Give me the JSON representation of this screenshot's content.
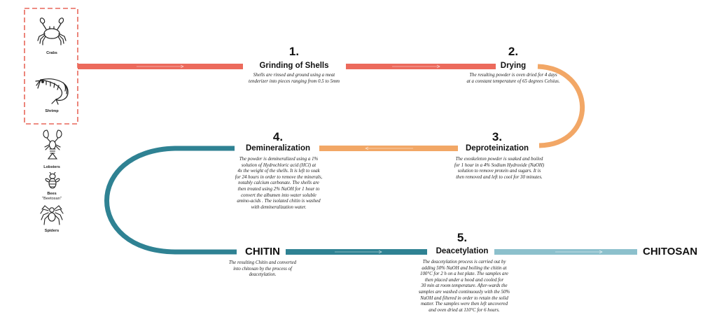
{
  "animals": {
    "crabs": "Crabs",
    "shrimp": "Shrimp",
    "lobsters": "Lobsters",
    "bees": "Bees",
    "bees_quote": "\"Beetosan\"",
    "spiders": "Spiders"
  },
  "steps": [
    {
      "number": "1.",
      "title": "Grinding of Shells",
      "lines": [
        "Shells are rinsed and ground using a meat",
        "tenderizer into pieces ranging from 0.5 to 5mm"
      ]
    },
    {
      "number": "2.",
      "title": "Drying",
      "lines": [
        "The resulting powder is oven dried for 4 days",
        "at a constant temperature of 65 degrees Celsius."
      ]
    },
    {
      "number": "3.",
      "title": "Deproteinization",
      "lines": [
        "The exoskeleton powder is soaked and  boiled",
        "for 1 hour in a 4% Sodium Hydroxide (NaOH)",
        "solution to remove protein and sugars. It is",
        "then removed and left to cool for 30 minutes."
      ]
    },
    {
      "number": "4.",
      "title": "Demineralization",
      "lines": [
        "The powder is demineralized using a 1%",
        "solution of Hydrochloric acid (HCl) at",
        "4x the weight of the shells. It is left to soak",
        "for 24 hours in order to remove the minerals,",
        "notably calcium  carbonate. The shells are",
        "then treated using 2% NaOH for 1 hour to",
        "convert the albumen  into  water soluble",
        "amino-acids . The isolated chitin is washed",
        "with demineralization water."
      ]
    },
    {
      "number": "5.",
      "title": "Deacetylation",
      "lines": [
        "The  deacetylation process is carried out by",
        "adding 50% NaOH and boiling the chitin at",
        "100°C for 2 h on a hot plate.  The  samples  are",
        "then  placed  under  a  hood  and  cooled  for",
        "30  min at room temperature.  After-wards  the",
        "samples are washed continuously with the 50%",
        "NaOH and filtered in order to retain the solid",
        "matter.  The samples were then  left  uncovered",
        "and  oven  dried  at  110°C for 6  hours."
      ]
    }
  ],
  "chitin": {
    "title": "CHITIN",
    "lines": [
      "The resulting Chitin and converted",
      "into chitosan by the process of",
      "deacetylation."
    ]
  },
  "chitosan": {
    "title": "CHITOSAN"
  },
  "colors": {
    "red": "#ec6a5c",
    "orange": "#f2a766",
    "teal": "#2f8293",
    "light_teal": "#8cc0cc",
    "dashed_box": "#e8675a"
  }
}
